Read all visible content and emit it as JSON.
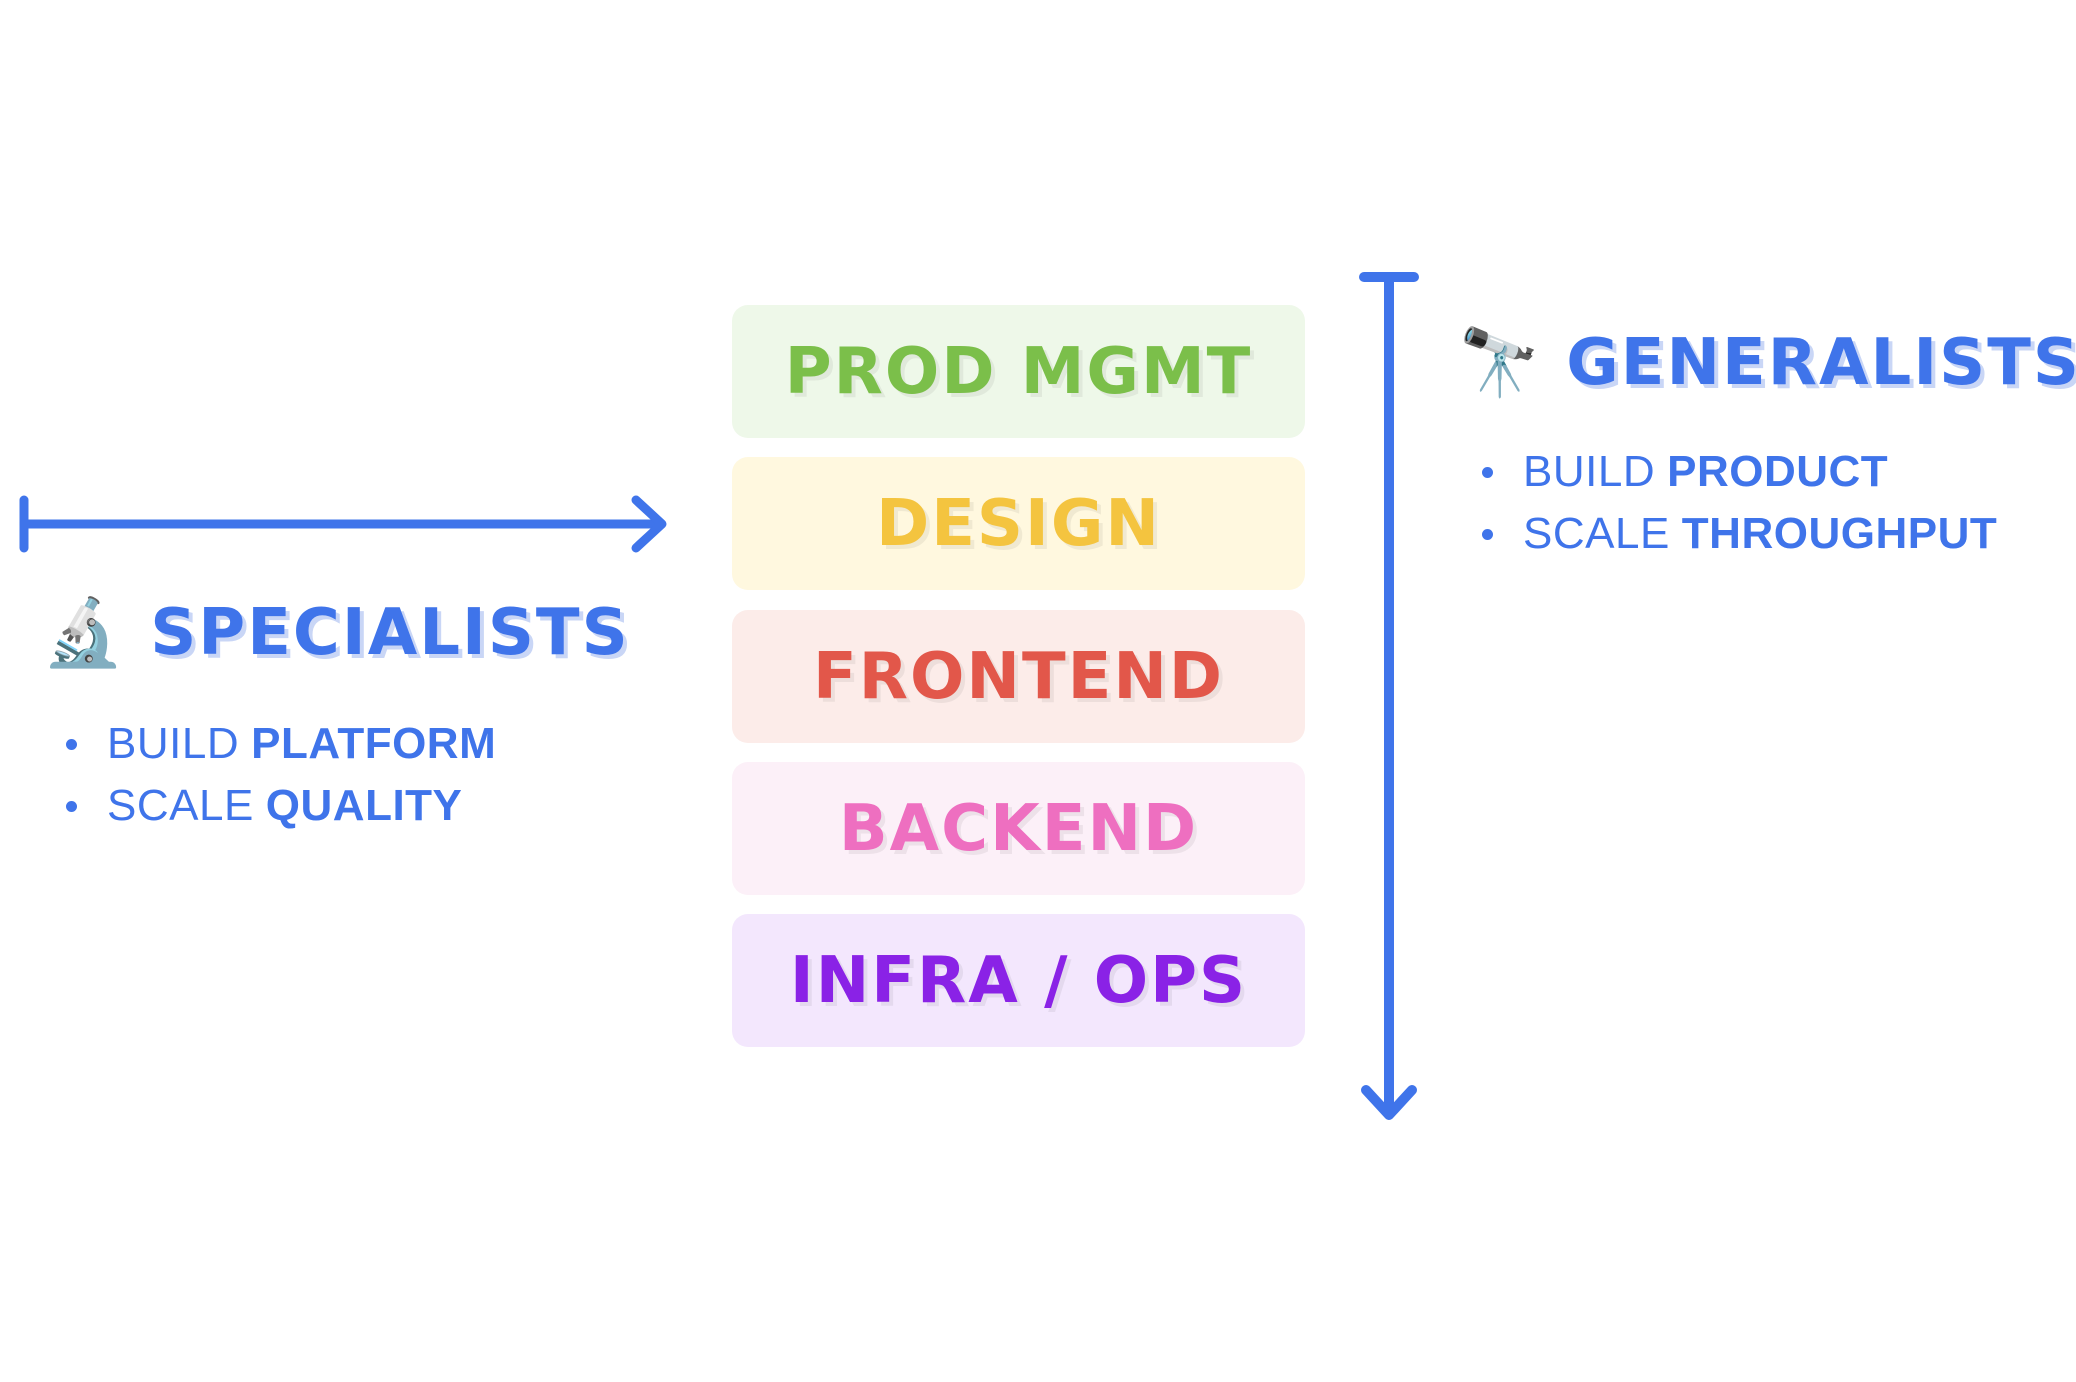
{
  "colors": {
    "accent": "#3f74ea",
    "accent_shadow": "#c9d6f6"
  },
  "layers": [
    {
      "label": "PROD MGMT",
      "text_color": "#7bbf4a",
      "bg_color": "#eef8e9"
    },
    {
      "label": "DESIGN",
      "text_color": "#f4c43f",
      "bg_color": "#fff8df"
    },
    {
      "label": "FRONTEND",
      "text_color": "#e2574a",
      "bg_color": "#fcece9"
    },
    {
      "label": "BACKEND",
      "text_color": "#ee6fc0",
      "bg_color": "#fcf0f8"
    },
    {
      "label": "INFRA / OPS",
      "text_color": "#8a22e6",
      "bg_color": "#f3e7fd"
    }
  ],
  "specialists": {
    "icon": "microscope-icon",
    "emoji": "🔬",
    "title": "SPECIALISTS",
    "bullets": [
      {
        "plain": "BUILD",
        "strong": "PLATFORM"
      },
      {
        "plain": "SCALE",
        "strong": "QUALITY"
      }
    ]
  },
  "generalists": {
    "icon": "telescope-icon",
    "emoji": "🔭",
    "title": "GENERALISTS",
    "bullets": [
      {
        "plain": "BUILD",
        "strong": "PRODUCT"
      },
      {
        "plain": "SCALE",
        "strong": "THROUGHPUT"
      }
    ]
  }
}
